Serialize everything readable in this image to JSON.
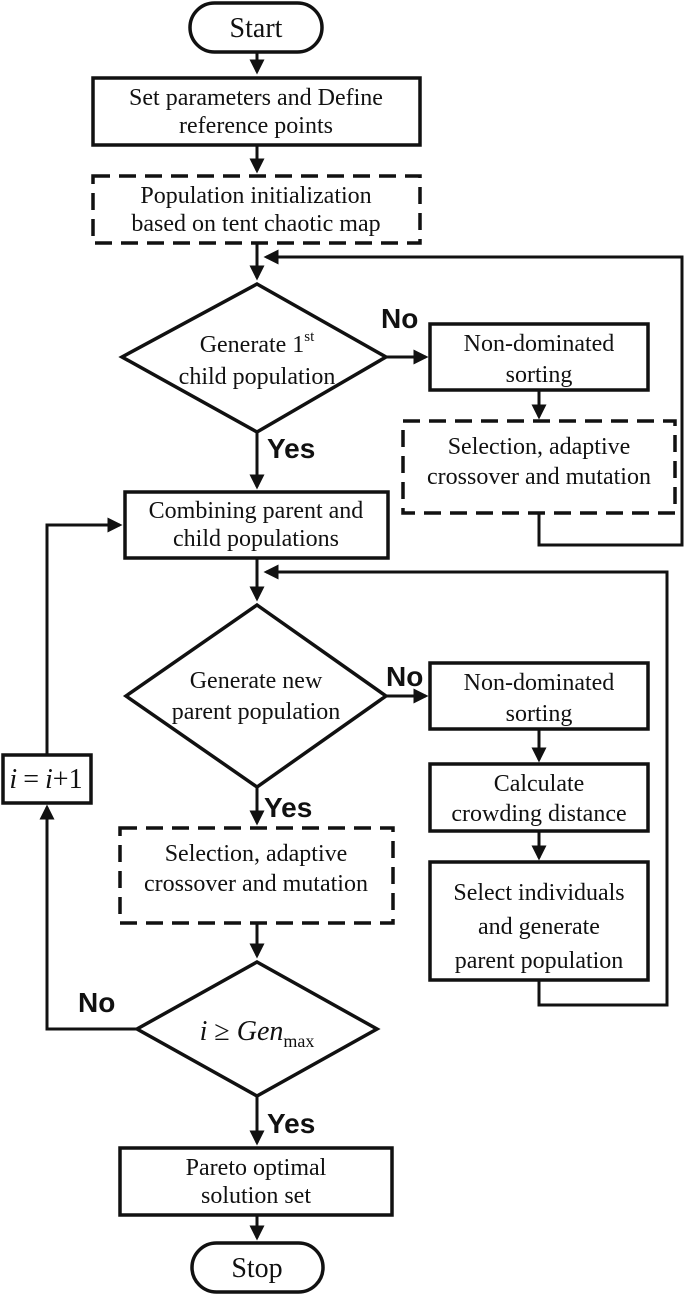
{
  "colors": {
    "stroke": "#111111",
    "background": "#ffffff",
    "text": "#111111"
  },
  "nodes": {
    "start": {
      "label": "Start"
    },
    "set_params": {
      "lines": [
        "Set parameters and Define",
        "reference points"
      ]
    },
    "pop_init": {
      "lines": [
        "Population initialization",
        "based on tent chaotic map"
      ]
    },
    "gen_first_child": {
      "line1_text": "Generate 1",
      "line1_sup": "st",
      "line2": "child population"
    },
    "nds1": {
      "lines": [
        "Non-dominated",
        "sorting"
      ]
    },
    "sel_cross_mut1": {
      "lines": [
        "Selection, adaptive",
        "crossover and mutation"
      ]
    },
    "combine": {
      "lines": [
        "Combining parent and",
        "child populations"
      ]
    },
    "gen_new_parent": {
      "lines": [
        "Generate new",
        "parent population"
      ]
    },
    "nds2": {
      "lines": [
        "Non-dominated",
        "sorting"
      ]
    },
    "crowding": {
      "lines": [
        "Calculate",
        "crowding distance"
      ]
    },
    "select_individuals": {
      "lines": [
        "Select individuals",
        "and generate",
        "parent population"
      ]
    },
    "sel_cross_mut2": {
      "lines": [
        "Selection, adaptive",
        "crossover and mutation"
      ]
    },
    "gen_check": {
      "var": "i",
      "op": "≥",
      "func": "Gen",
      "sub": "max"
    },
    "increment": {
      "var1": "i",
      "eq": "=",
      "var2": "i",
      "inc": "+1"
    },
    "pareto": {
      "lines": [
        "Pareto optimal",
        "solution set"
      ]
    },
    "stop": {
      "label": "Stop"
    }
  },
  "edge_labels": {
    "no1": "No",
    "yes1": "Yes",
    "no2": "No",
    "yes2": "Yes",
    "no3": "No",
    "yes3": "Yes"
  }
}
